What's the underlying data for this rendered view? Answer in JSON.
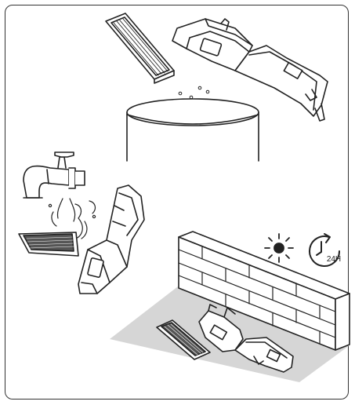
{
  "illustration": {
    "steps": [
      {
        "id": "empty-bin",
        "icons": [
          "filter-icon",
          "dustbin-icon",
          "trash-can-icon"
        ]
      },
      {
        "id": "rinse",
        "icons": [
          "faucet-icon",
          "water-splash-icon",
          "filter-icon",
          "dustbin-icon"
        ]
      },
      {
        "id": "air-dry",
        "icons": [
          "brick-wall-icon",
          "sun-icon",
          "timer-24h-icon",
          "filter-icon",
          "dustbin-icon"
        ]
      }
    ],
    "timer_label": "24H",
    "colors": {
      "stroke": "#222222",
      "floor": "#d6d6d6",
      "filter": "#555555",
      "fill": "#ffffff"
    }
  }
}
